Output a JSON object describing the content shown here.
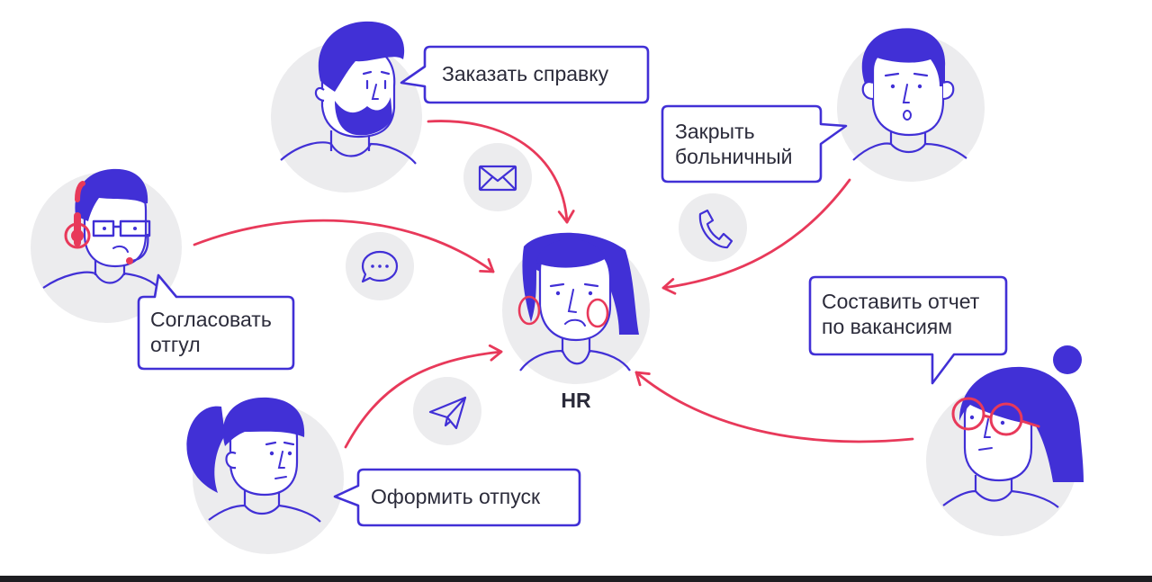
{
  "colors": {
    "ink": "#4130d6",
    "accent": "#e8395a",
    "circle": "#ececee",
    "text": "#2b2b3a"
  },
  "center": {
    "label": "HR"
  },
  "requests": [
    {
      "id": "certificate",
      "lines": [
        "Заказать справку"
      ],
      "channel": "mail-icon"
    },
    {
      "id": "sick-leave",
      "lines": [
        "Закрыть",
        "больничный"
      ],
      "channel": "phone-icon"
    },
    {
      "id": "day-off",
      "lines": [
        "Согласовать",
        "отгул"
      ],
      "channel": "chat-icon"
    },
    {
      "id": "report",
      "lines": [
        "Составить отчет",
        "по вакансиям"
      ],
      "channel": "none"
    },
    {
      "id": "vacation",
      "lines": [
        "Оформить отпуск"
      ],
      "channel": "send-icon"
    }
  ]
}
